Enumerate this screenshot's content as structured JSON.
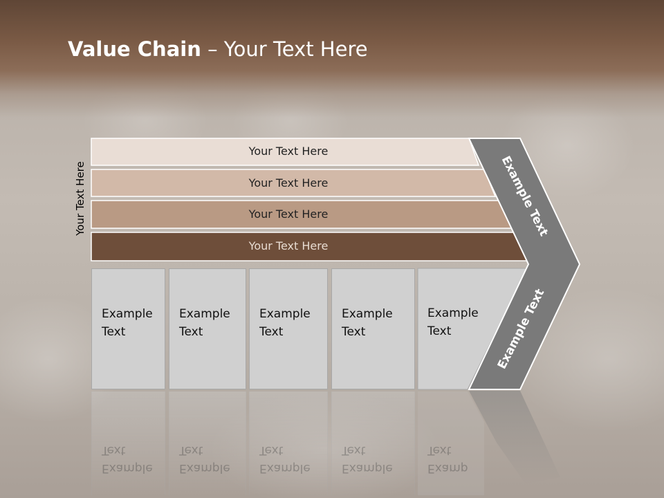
{
  "title": {
    "bold": "Value Chain",
    "rest": " – Your Text Here"
  },
  "side_label": "Your Text Here",
  "bars": [
    {
      "label": "Your Text Here",
      "fill": "#e9ddd5",
      "text_color": "#222222"
    },
    {
      "label": "Your Text Here",
      "fill": "#d2b9a8",
      "text_color": "#222222"
    },
    {
      "label": "Your Text Here",
      "fill": "#b99a84",
      "text_color": "#222222"
    },
    {
      "label": "Your Text Here",
      "fill": "#6e4e3a",
      "text_color": "#e8dcd2"
    }
  ],
  "columns": [
    {
      "line1": "Example",
      "line2": "Text"
    },
    {
      "line1": "Example",
      "line2": "Text"
    },
    {
      "line1": "Example",
      "line2": "Text"
    },
    {
      "line1": "Example",
      "line2": "Text"
    },
    {
      "line1": "Example",
      "line2": "Text"
    }
  ],
  "chevron": {
    "upper_label": "Example Text",
    "lower_label": "Example Text",
    "fill": "#7a7a7a"
  }
}
